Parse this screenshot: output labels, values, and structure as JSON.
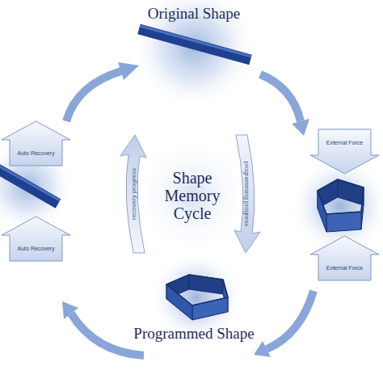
{
  "diagram": {
    "nodes": [
      {
        "text": [
          "Auto Recovery"
        ]
      },
      {
        "text": [
          "External Force"
        ]
      },
      {
        "text": [
          "recovery progress"
        ]
      },
      {
        "text": [
          "programming progress"
        ]
      },
      {
        "text": [
          "Auto Recovery"
        ]
      },
      {
        "text": [
          "External Force"
        ]
      }
    ],
    "labels": [
      "Original Shape",
      "Shape Memory Cycle",
      "Programmed Shape"
    ]
  }
}
